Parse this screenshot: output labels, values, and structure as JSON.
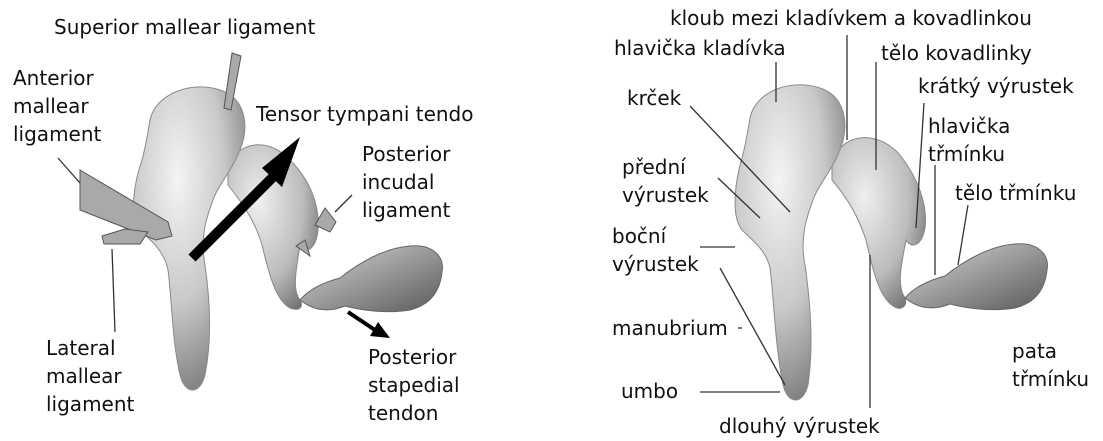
{
  "left_panel": {
    "superior_mallear_ligament": "Superior mallear ligament",
    "anterior_mallear_ligament": [
      "Anterior",
      "mallear",
      "ligament"
    ],
    "tensor_tympani_tendo": "Tensor tympani tendo",
    "posterior_incudal_ligament": [
      "Posterior",
      "incudal",
      "ligament"
    ],
    "lateral_mallear_ligament": [
      "Lateral",
      "mallear",
      "ligament"
    ],
    "posterior_stapedial_tendon": [
      "Posterior",
      "stapedial",
      "tendon"
    ]
  },
  "right_panel": {
    "kloub": "kloub mezi kladívkem a kovadlinkou",
    "hlavicka_kladivka": "hlavička kladívka",
    "telo_kovadlinky": "tělo kovadlinky",
    "kratky_vyrustek": "krátký výrustek",
    "krcek": "krček",
    "hlavicka_trminku": [
      "hlavička",
      "třmínku"
    ],
    "predni_vyrustek": [
      "přední",
      "výrustek"
    ],
    "telo_trminku": "tělo třmínku",
    "bocni_vyrustek": [
      "boční",
      "výrustek"
    ],
    "manubrium": "manubrium",
    "pata_trminku": [
      "pata",
      "třmínku"
    ],
    "umbo": "umbo",
    "dlouhy_vyrustek": "dlouhý výrustek"
  },
  "colors": {
    "bone_light": "#eeeeee",
    "bone_mid": "#bdbdbd",
    "bone_dark": "#6e6e6e",
    "ligament_fill": "#a9a9a9",
    "arrow": "#000000",
    "leader_line": "#333333"
  }
}
